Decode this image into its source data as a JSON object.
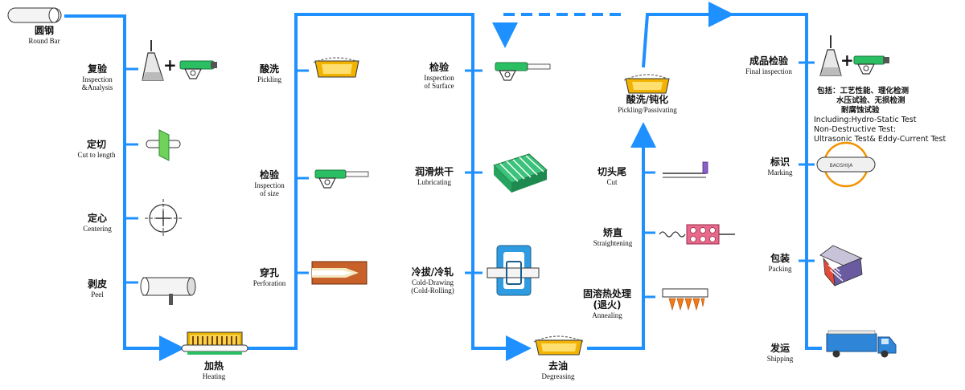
{
  "colors": {
    "flow": "#1e90ff",
    "accent": "#32c132",
    "highlight": "#f39200"
  },
  "steps": {
    "round_bar": {
      "cn": "圆钢",
      "en": "Round Bar"
    },
    "inspection_analysis": {
      "cn": "复验",
      "en1": "Inspection",
      "en2": "&Analysis"
    },
    "cut_to_length": {
      "cn": "定切",
      "en": "Cut to length"
    },
    "centering": {
      "cn": "定心",
      "en": "Centering"
    },
    "peel": {
      "cn": "剥皮",
      "en": "Peel"
    },
    "heating": {
      "cn": "加热",
      "en": "Heating"
    },
    "pickling1": {
      "cn": "酸洗",
      "en": "Pickling"
    },
    "inspection_size": {
      "cn": "检验",
      "en1": "Inspection",
      "en2": "of size"
    },
    "perforation": {
      "cn": "穿孔",
      "en": "Perforation"
    },
    "inspection_surface": {
      "cn": "检验",
      "en1": "Inspection",
      "en2": "of Surface"
    },
    "lubricating": {
      "cn": "润滑烘干",
      "en": "Lubricating"
    },
    "cold_drawing": {
      "cn": "冷拔/冷轧",
      "en1": "Cold-Drawing",
      "en2": "(Cold-Rolling)"
    },
    "degreasing": {
      "cn": "去油",
      "en": "Degreasing"
    },
    "pickling_passivating": {
      "cn": "酸洗/钝化",
      "en": "Pickling/Passivating"
    },
    "cut": {
      "cn": "切头尾",
      "en": "Cut"
    },
    "straightening": {
      "cn": "矫直",
      "en": "Straightening"
    },
    "annealing": {
      "cn": "固溶热处理",
      "cn2": "(退火)",
      "en": "Annealing"
    },
    "final_inspection": {
      "cn": "成品检验",
      "en": "Final inspection"
    },
    "marking": {
      "cn": "标识",
      "en": "Marking"
    },
    "packing": {
      "cn": "包装",
      "en": "Packing"
    },
    "shipping": {
      "cn": "发运",
      "en": "Shipping"
    }
  },
  "plus": "+",
  "final_note": {
    "cn1": "包括：工艺性能、理化检测",
    "cn2": "水压试验、无损检测",
    "cn3": "耐腐蚀试验",
    "en1": "Including:Hydro-Static Test",
    "en2": "Non-Destructive Test:",
    "en3": "Ultrasonic Test& Eddy-Current Test"
  },
  "marking_tag": "BAOSHIJA"
}
